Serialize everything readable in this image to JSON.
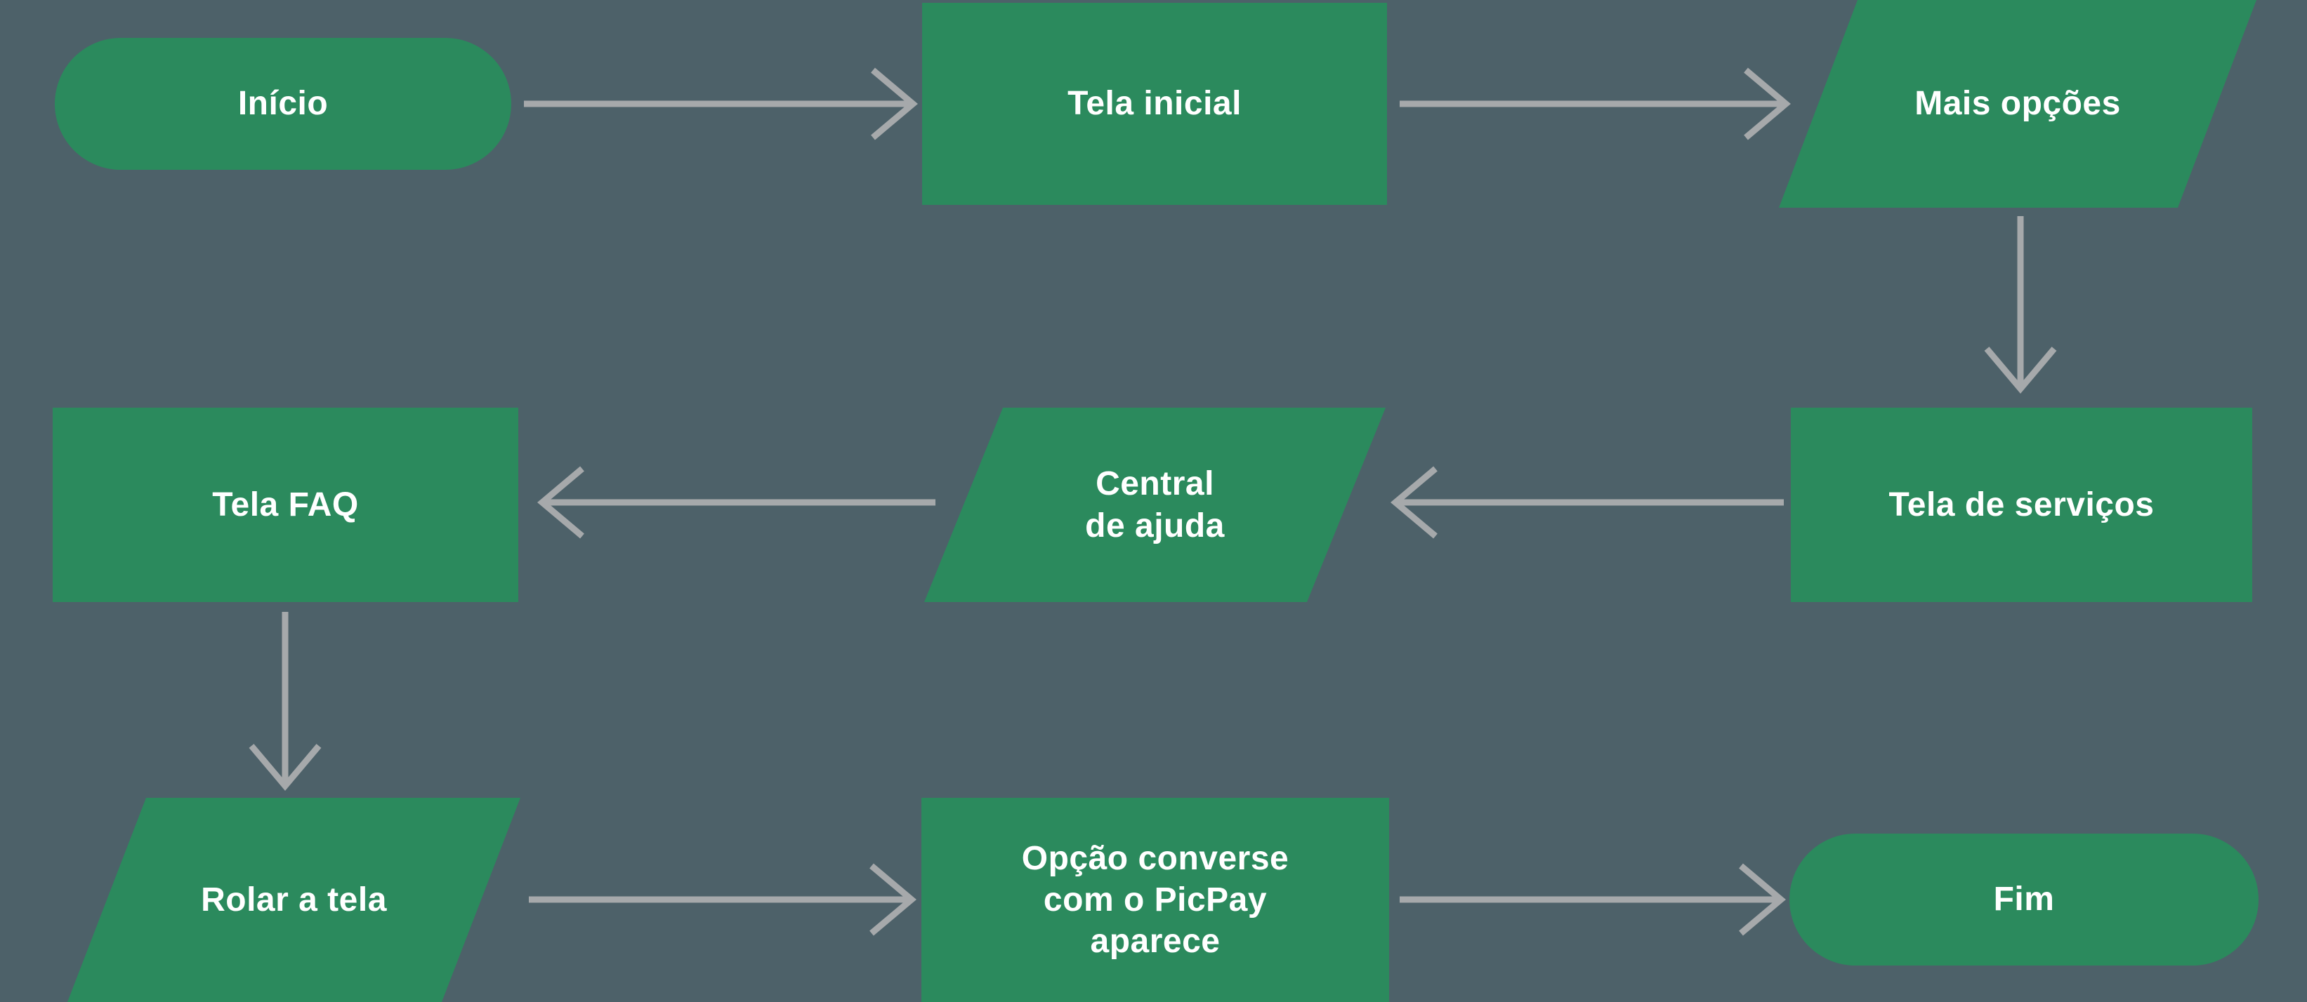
{
  "colors": {
    "background": "#4d6169",
    "node_green": "#2b8a5d",
    "arrow_gray": "#a6a9ab",
    "text_white": "#ffffff"
  },
  "flowchart": {
    "description": "Flowchart of reaching the PicPay chat option",
    "nodes": [
      {
        "id": "inicio",
        "shape": "terminator",
        "label": "Início"
      },
      {
        "id": "tela-inicial",
        "shape": "process",
        "label": "Tela inicial"
      },
      {
        "id": "mais-opcoes",
        "shape": "input-output",
        "label": "Mais opções"
      },
      {
        "id": "tela-de-servicos",
        "shape": "process",
        "label": "Tela de serviços"
      },
      {
        "id": "central-de-ajuda",
        "shape": "input-output",
        "label": "Central\nde ajuda"
      },
      {
        "id": "tela-faq",
        "shape": "process",
        "label": "Tela FAQ"
      },
      {
        "id": "rolar-a-tela",
        "shape": "input-output",
        "label": "Rolar a tela"
      },
      {
        "id": "opcao-converse",
        "shape": "process",
        "label": "Opção converse\ncom o PicPay\naparece"
      },
      {
        "id": "fim",
        "shape": "terminator",
        "label": "Fim"
      }
    ],
    "edges": [
      {
        "from": "inicio",
        "to": "tela-inicial",
        "direction": "right"
      },
      {
        "from": "tela-inicial",
        "to": "mais-opcoes",
        "direction": "right"
      },
      {
        "from": "mais-opcoes",
        "to": "tela-de-servicos",
        "direction": "down"
      },
      {
        "from": "tela-de-servicos",
        "to": "central-de-ajuda",
        "direction": "left"
      },
      {
        "from": "central-de-ajuda",
        "to": "tela-faq",
        "direction": "left"
      },
      {
        "from": "tela-faq",
        "to": "rolar-a-tela",
        "direction": "down"
      },
      {
        "from": "rolar-a-tela",
        "to": "opcao-converse",
        "direction": "right"
      },
      {
        "from": "opcao-converse",
        "to": "fim",
        "direction": "right"
      }
    ]
  }
}
